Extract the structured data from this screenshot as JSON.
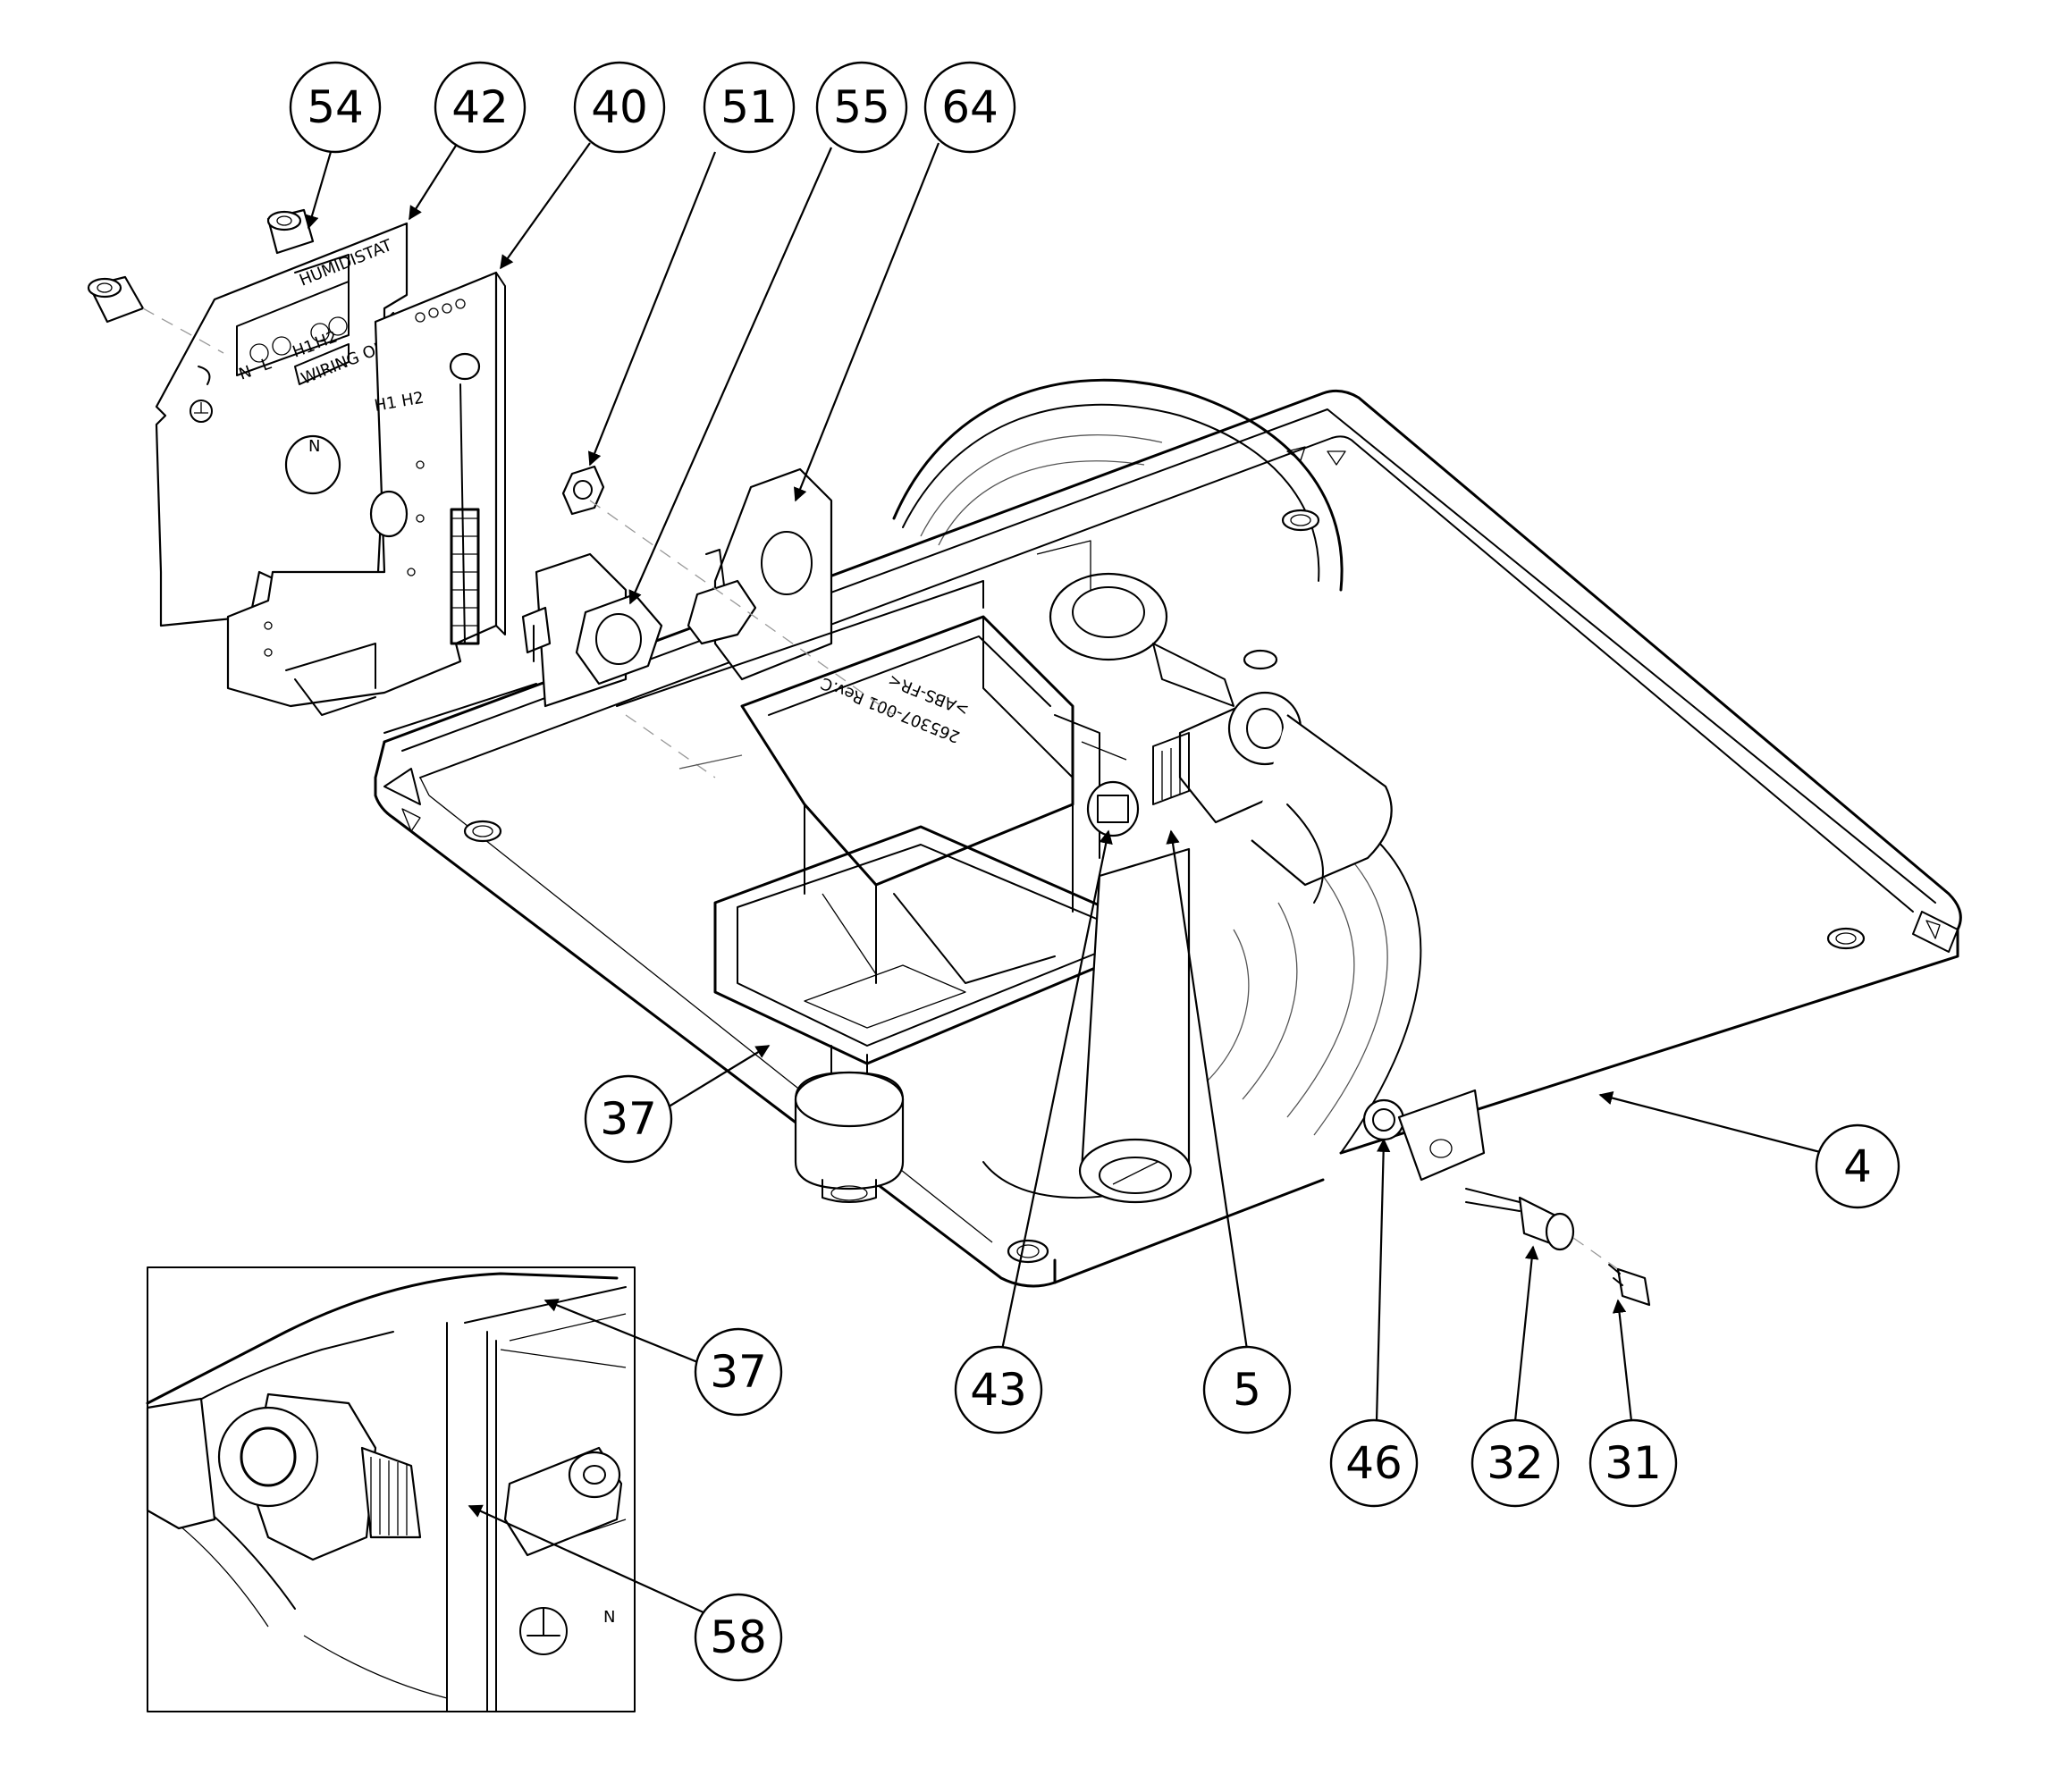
{
  "callouts": [
    {
      "id": "54",
      "label": "54"
    },
    {
      "id": "42",
      "label": "42"
    },
    {
      "id": "40",
      "label": "40"
    },
    {
      "id": "51",
      "label": "51"
    },
    {
      "id": "55",
      "label": "55"
    },
    {
      "id": "64",
      "label": "64"
    },
    {
      "id": "4",
      "label": "4"
    },
    {
      "id": "37",
      "label": "37"
    },
    {
      "id": "43",
      "label": "43"
    },
    {
      "id": "5",
      "label": "5"
    },
    {
      "id": "46",
      "label": "46"
    },
    {
      "id": "32",
      "label": "32"
    },
    {
      "id": "31",
      "label": "31"
    },
    {
      "id": "37b",
      "label": "37"
    },
    {
      "id": "58",
      "label": "58"
    }
  ],
  "board_labels": {
    "humidistat": "HUMIDISTAT",
    "n": "N",
    "l": "L",
    "h1": "H1",
    "h2": "H2",
    "wiring_only": "WIRING ONLY",
    "h1h2": "H1 H2",
    "north": "N"
  },
  "housing_labels": {
    "part_number": "265307-001 Rev.C",
    "material": ">ABS-FR<"
  },
  "detail_labels": {
    "north": "N"
  }
}
